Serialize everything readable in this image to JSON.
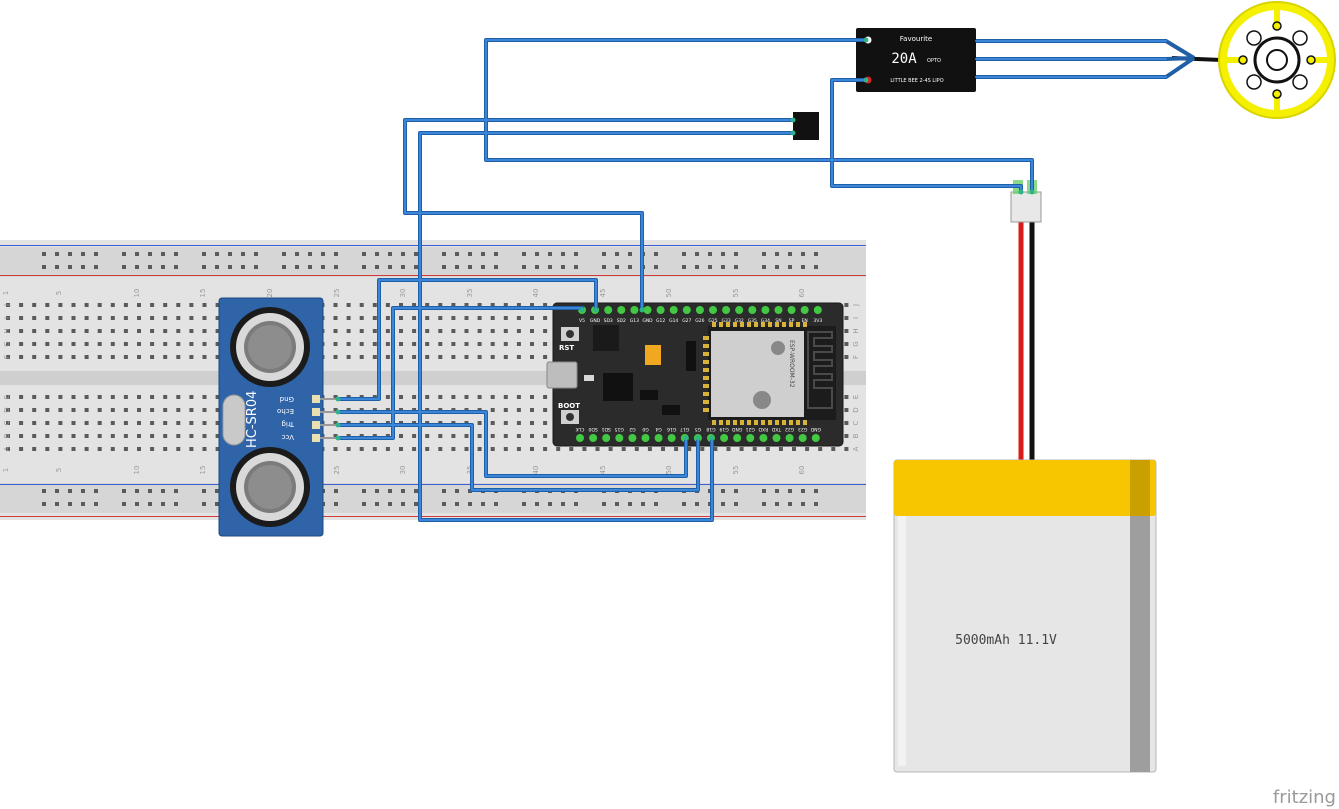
{
  "brand": {
    "name": "fritzing"
  },
  "breadboard": {
    "column_numbers": [
      "1",
      "5",
      "10",
      "15",
      "20",
      "25",
      "30",
      "35",
      "40",
      "45",
      "50",
      "55",
      "60"
    ],
    "row_letters_top": [
      "J",
      "I",
      "H",
      "G",
      "F"
    ],
    "row_letters_bottom": [
      "E",
      "D",
      "C",
      "B",
      "A"
    ]
  },
  "ultrasonic_sensor": {
    "model": "HC-SR04",
    "pins": [
      "Gnd",
      "Echo",
      "Trig",
      "Vcc"
    ]
  },
  "esp32": {
    "top_pins": [
      "V5",
      "GND",
      "SD3",
      "SD2",
      "G13",
      "GND",
      "G12",
      "G14",
      "G27",
      "G26",
      "G25",
      "G33",
      "G32",
      "G35",
      "G34",
      "SN",
      "SP",
      "EN",
      "3V3"
    ],
    "bottom_pins": [
      "CLK",
      "SD0",
      "SD1",
      "G15",
      "G2",
      "G0",
      "G4",
      "G16",
      "G17",
      "G5",
      "G18",
      "G19",
      "GND",
      "G21",
      "RXD",
      "TXD",
      "G22",
      "G23",
      "GND"
    ],
    "buttons": [
      "RST",
      "BOOT"
    ],
    "module_label": "ESP-WROOM-32"
  },
  "esc": {
    "brand": "Favourite",
    "rating": "20A",
    "suffix": "OPTO",
    "model": "LITTLE BEE 2-4S LIPO"
  },
  "battery": {
    "label": "5000mAh 11.1V"
  }
}
